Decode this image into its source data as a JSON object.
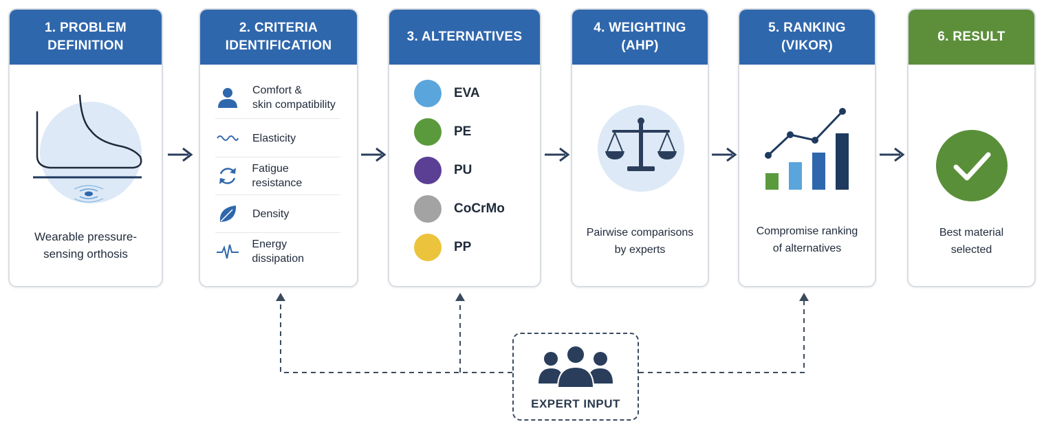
{
  "steps": [
    {
      "title": "1. PROBLEM\nDEFINITION",
      "caption": "Wearable pressure-\nsensing orthosis",
      "icon": "foot-pressure-sensor-icon"
    },
    {
      "title": "2. CRITERIA\nIDENTIFICATION",
      "icon": "criteria-list-icon"
    },
    {
      "title": "3. ALTERNATIVES",
      "icon": "material-dots-icon"
    },
    {
      "title": "4. WEIGHTING\n(AHP)",
      "caption": "Pairwise comparisons\nby experts",
      "icon": "balance-scale-icon"
    },
    {
      "title": "5. RANKING\n(VIKOR)",
      "caption": "Compromise ranking\nof alternatives",
      "icon": "bar-chart-trend-icon"
    },
    {
      "title": "6. RESULT",
      "caption": "Best material\nselected",
      "icon": "checkmark-circle-icon"
    }
  ],
  "criteria": [
    {
      "label": "Comfort &\nskin compatibility",
      "icon": "person-icon"
    },
    {
      "label": "Elasticity",
      "icon": "wave-icon"
    },
    {
      "label": "Fatigue resistance",
      "icon": "refresh-cycle-icon"
    },
    {
      "label": "Density",
      "icon": "leaf-icon"
    },
    {
      "label": "Energy dissipation",
      "icon": "pulse-icon"
    }
  ],
  "alternatives": [
    {
      "label": "EVA",
      "color": "#5aa5dc"
    },
    {
      "label": "PE",
      "color": "#5a9a3c"
    },
    {
      "label": "PU",
      "color": "#5b3f94"
    },
    {
      "label": "CoCrMo",
      "color": "#a3a3a3"
    },
    {
      "label": "PP",
      "color": "#ecc33c"
    }
  ],
  "expert": {
    "label": "EXPERT INPUT",
    "icon": "group-people-icon"
  },
  "colors": {
    "header_blue": "#2f67ad",
    "header_green": "#5d8f3b",
    "dark": "#1f3a5f"
  }
}
